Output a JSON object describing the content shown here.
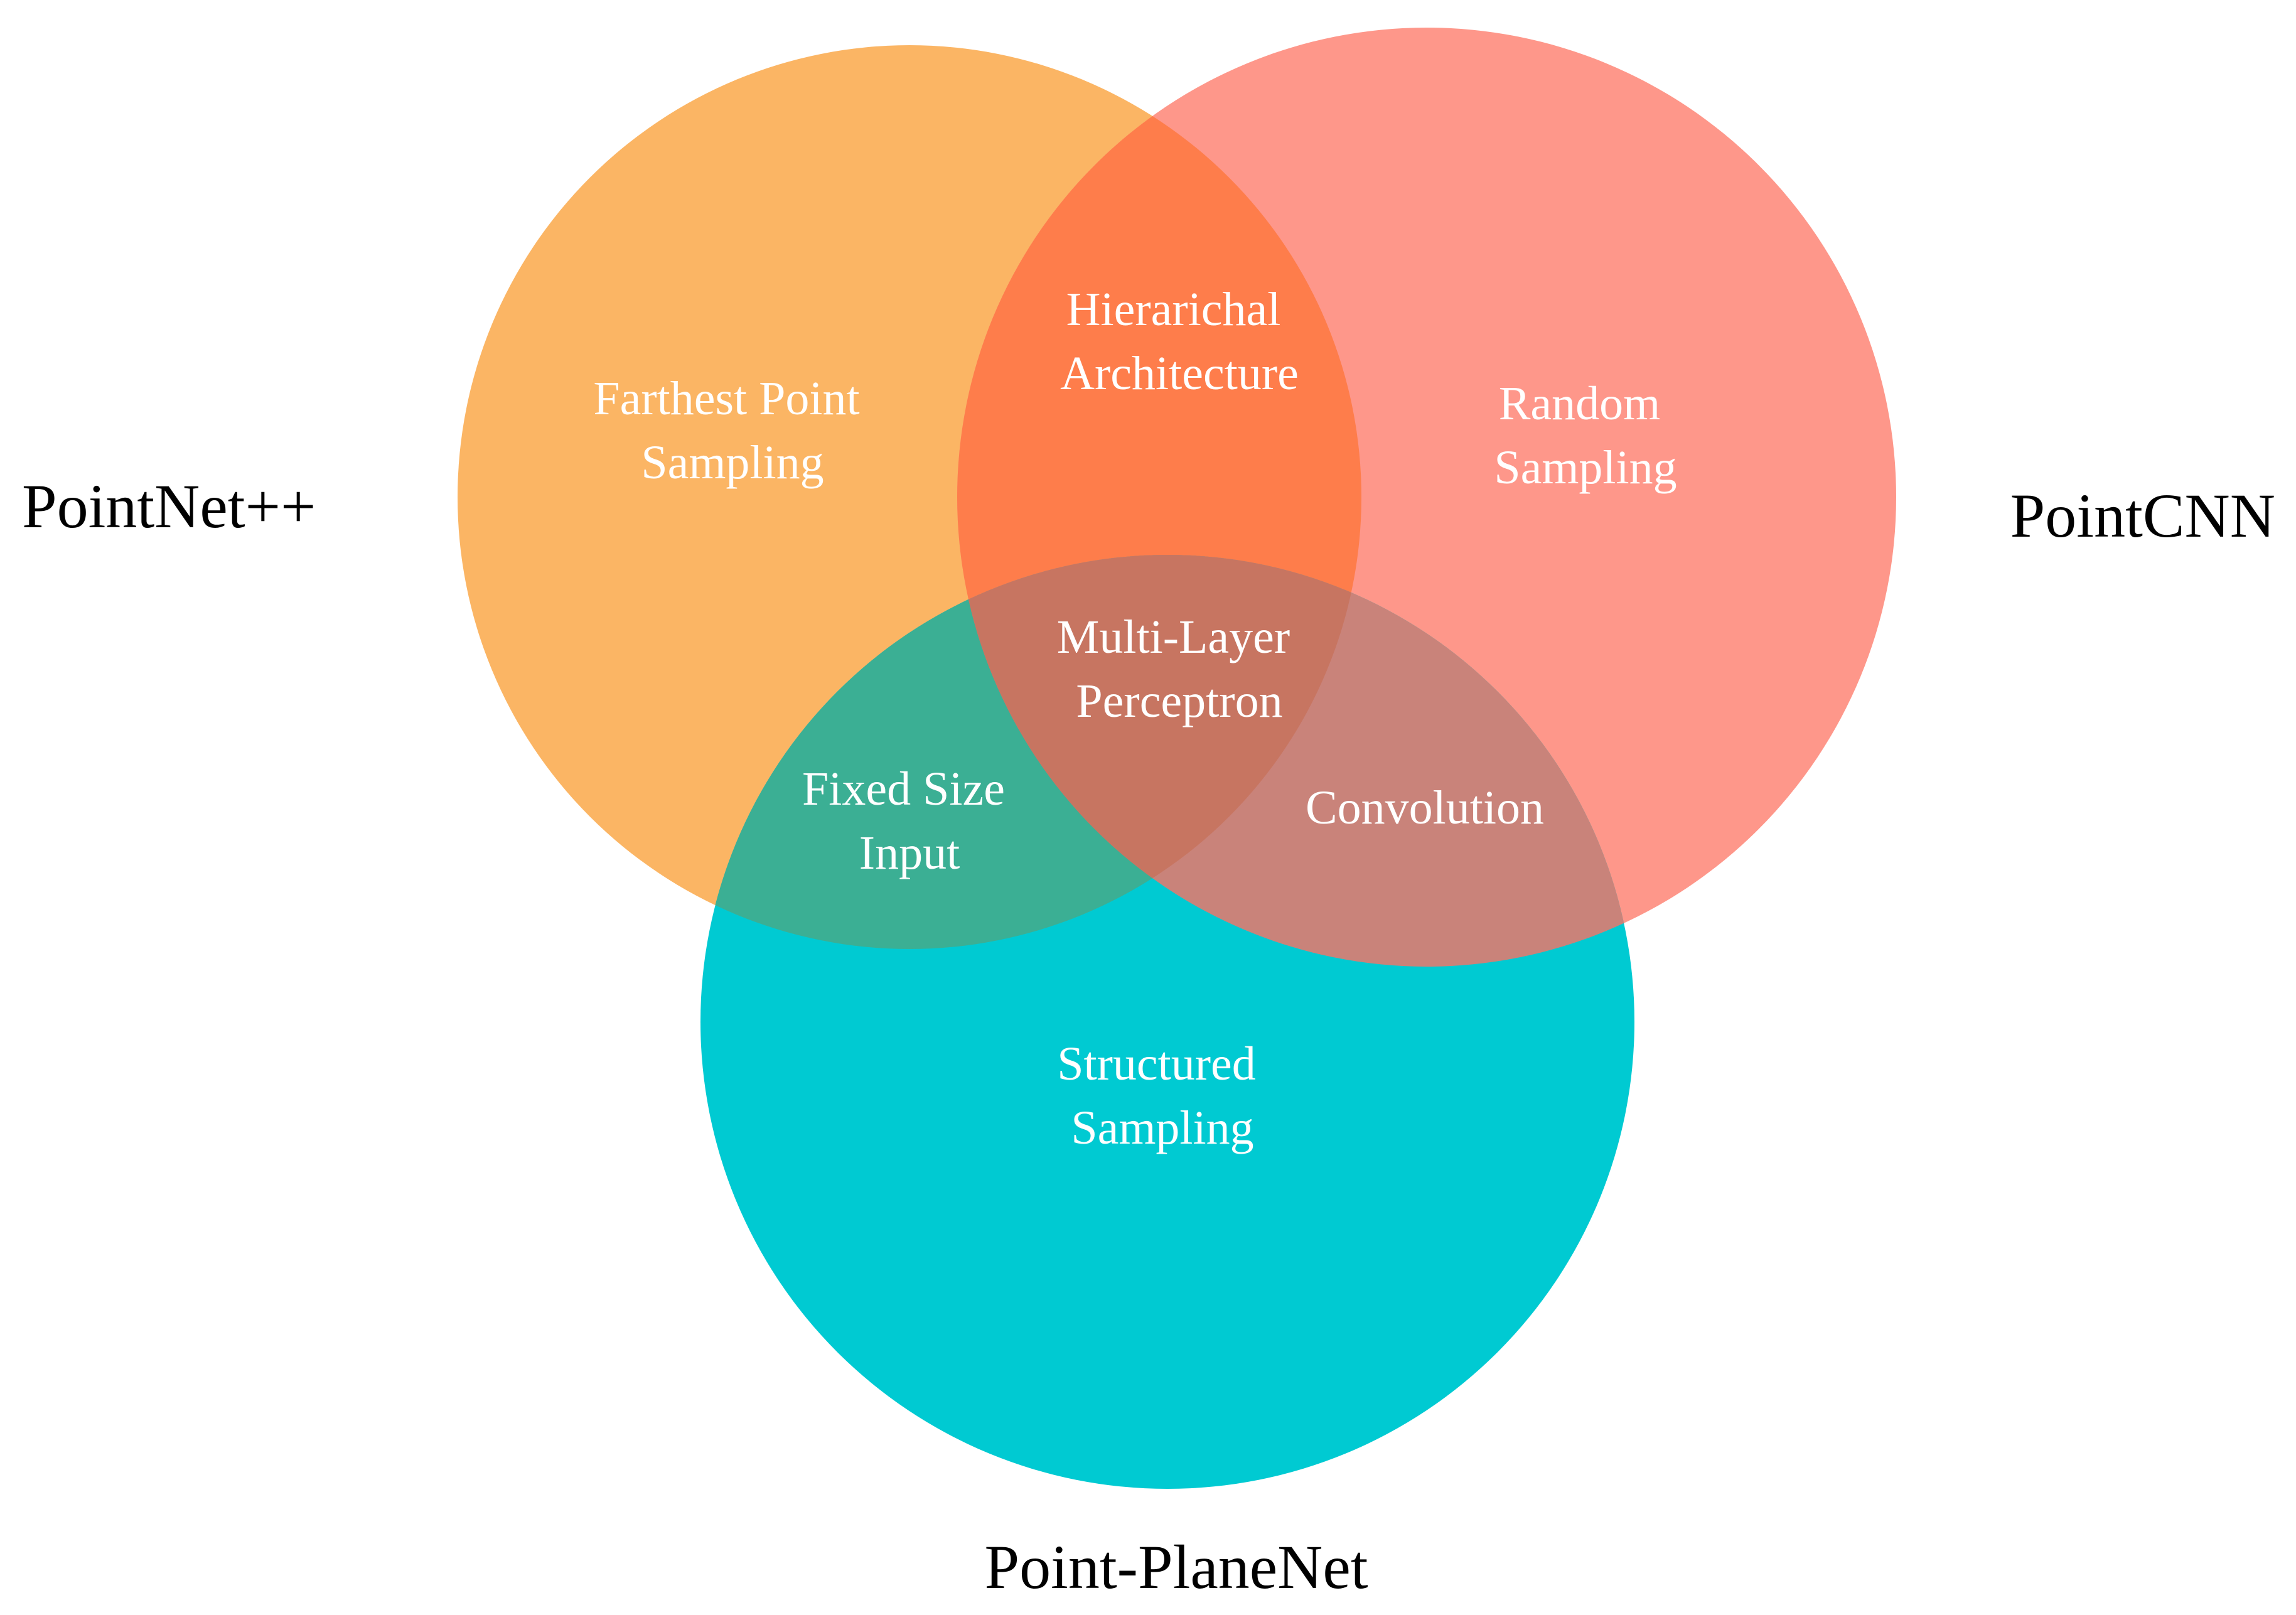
{
  "colors": {
    "pointnet_pp": "#fbb564",
    "pointcnn": "#fe978a",
    "point_planenet": "#00cad2",
    "pp_cnn_overlap": "#fe7d4b",
    "pp_planenet_overlap": "#3baf94",
    "cnn_planenet_overlap": "#c9837a",
    "center_overlap": "#c77561",
    "set_label_text": "#000000",
    "region_label_text": "#ffffff"
  },
  "sets": {
    "pointnet_pp": "PointNet++",
    "pointcnn": "PointCNN",
    "point_planenet": "Point-PlaneNet"
  },
  "regions": {
    "pointnet_pp_only": [
      "Farthest Point",
      "Sampling"
    ],
    "pointcnn_only": [
      "Random",
      "Sampling"
    ],
    "point_planenet_only": [
      "Structured",
      "Sampling"
    ],
    "pointnet_pp_and_pointcnn": [
      "Hierarichal",
      "Architecture"
    ],
    "pointnet_pp_and_point_planenet": [
      "Fixed Size",
      "Input"
    ],
    "pointcnn_and_point_planenet": [
      "Convolution"
    ],
    "all_three": [
      "Multi-Layer",
      "Perceptron"
    ]
  }
}
